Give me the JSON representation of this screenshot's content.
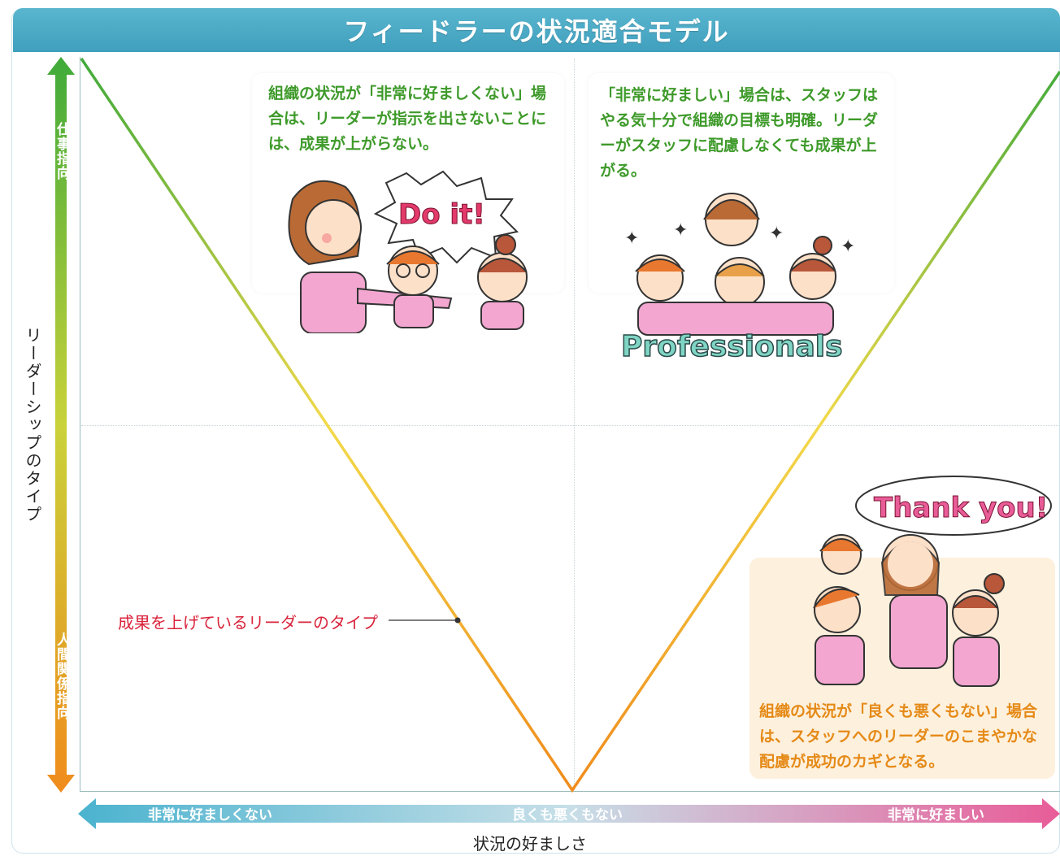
{
  "title": "フィードラーの状況適合モデル",
  "y_axis": {
    "title": "リーダーシップのタイプ",
    "top_label": "仕事指向",
    "bottom_label": "人間関係指向",
    "gradient_top": "#3faa3a",
    "gradient_bottom": "#f08b1c"
  },
  "x_axis": {
    "title": "状況の好ましさ",
    "left_label": "非常に好ましくない",
    "mid_label": "良くも悪くもない",
    "right_label": "非常に好ましい",
    "gradient_left": "#4bb3cf",
    "gradient_right": "#e85c98"
  },
  "callouts": {
    "unfavorable": "組織の状況が「非常に好ましくない」場合は、リーダーが指示を出さないことには、成果が上がらない。",
    "favorable": "「非常に好ましい」場合は、スタッフはやる気十分で組織の目標も明確。リーダーがスタッフに配慮しなくても成果が上がる。",
    "moderate": "組織の状況が「良くも悪くもない」場合は、スタッフへのリーダーのこまやかな配慮が成功のカギとなる。"
  },
  "curve_label": "成果を上げているリーダーのタイプ",
  "illustrations": {
    "do_it": "Do it!",
    "professionals": "Professionals",
    "thank_you": "Thank you!"
  },
  "colors": {
    "title_bar": "#4aaac7",
    "curve_top": "#3faa3a",
    "curve_mid": "#f2d94a",
    "curve_bottom": "#f08b1c",
    "callout_green": "#3e9a2a",
    "callout_orange": "#e58a17",
    "label_red": "#d9243c"
  }
}
